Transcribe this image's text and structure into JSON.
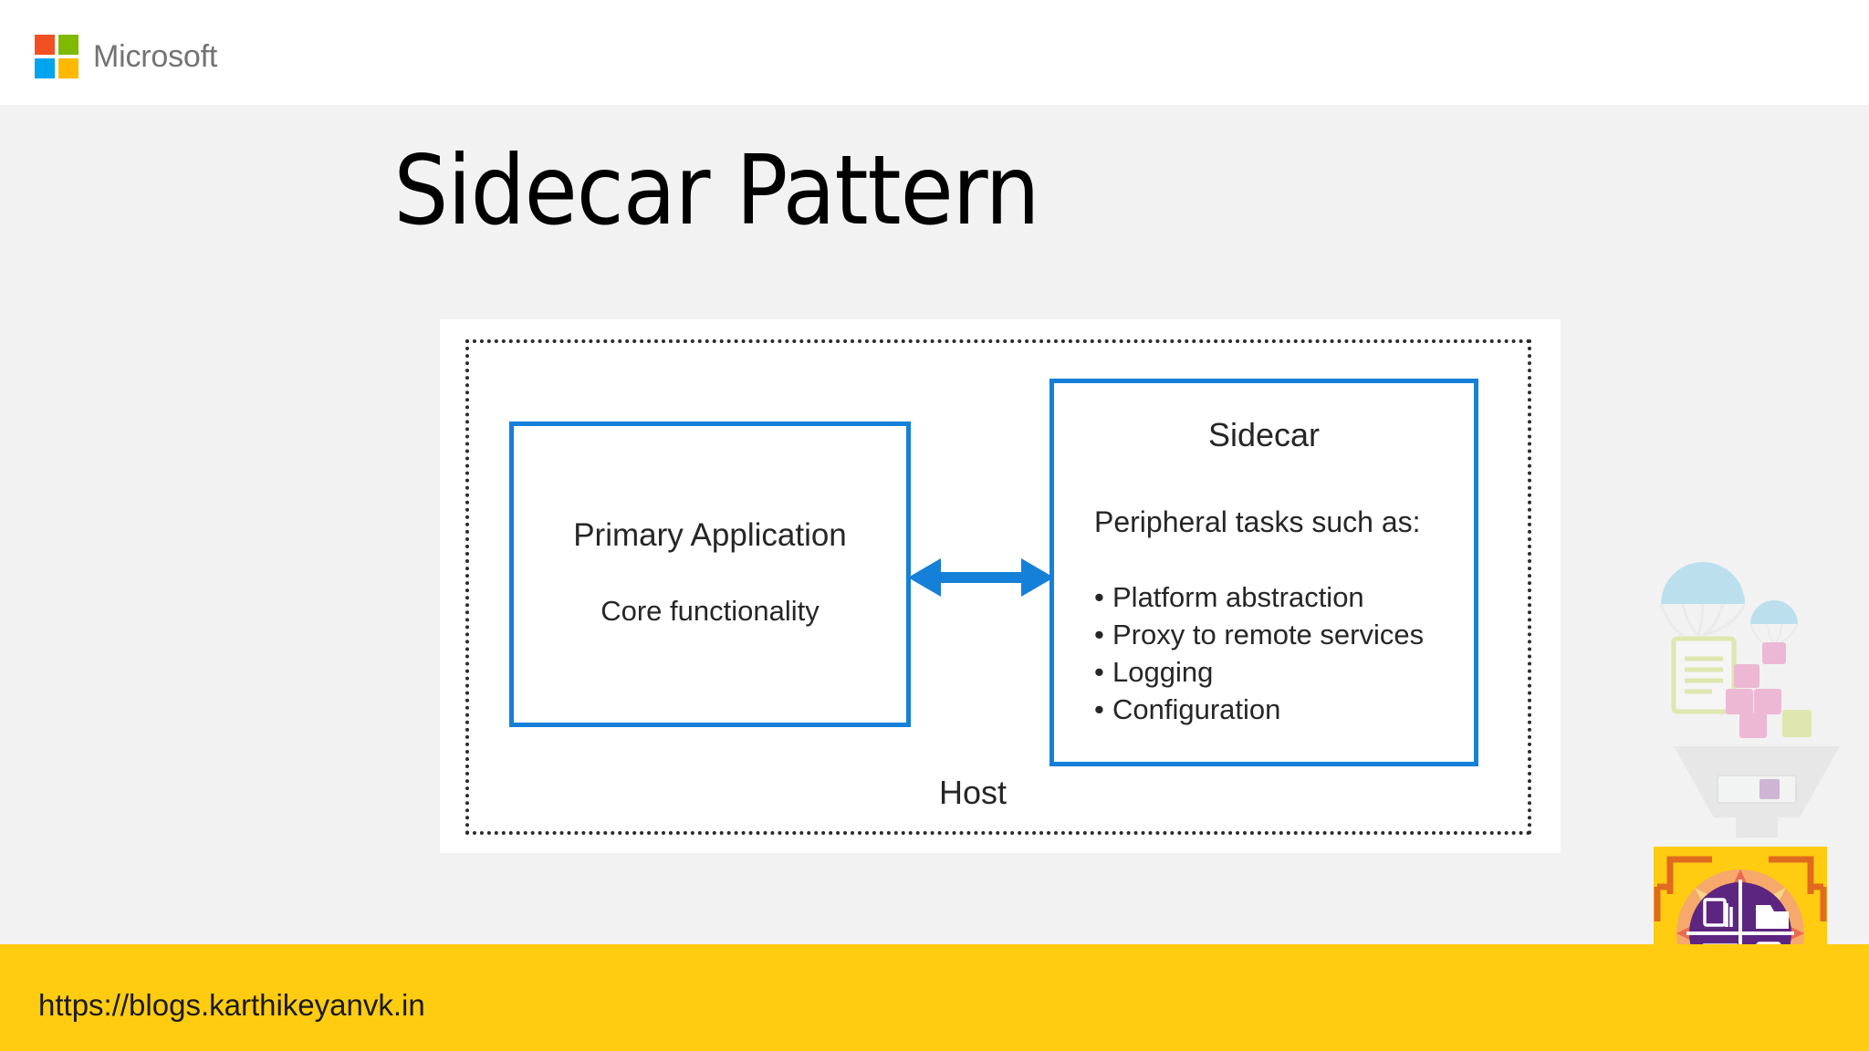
{
  "header": {
    "brand": "Microsoft",
    "logo_colors": {
      "top_left": "#F25022",
      "top_right": "#7FBA00",
      "bottom_left": "#00A4EF",
      "bottom_right": "#FFB900"
    }
  },
  "title": "Sidecar Pattern",
  "diagram": {
    "host_label": "Host",
    "accent_color": "#1580D8",
    "primary_box": {
      "title": "Primary Application",
      "subtitle": "Core functionality"
    },
    "sidecar_box": {
      "title": "Sidecar",
      "lead": "Peripheral tasks such as:",
      "items": [
        "Platform abstraction",
        "Proxy to remote services",
        "Logging",
        "Configuration"
      ]
    },
    "connector": "bidirectional-arrow"
  },
  "footer": {
    "url": "https://blogs.karthikeyanvk.in",
    "background_color": "#FFCC11"
  },
  "decoration": {
    "illustration_name": "parachute-funnel-illustration",
    "badge_name": "document-services-badge"
  }
}
